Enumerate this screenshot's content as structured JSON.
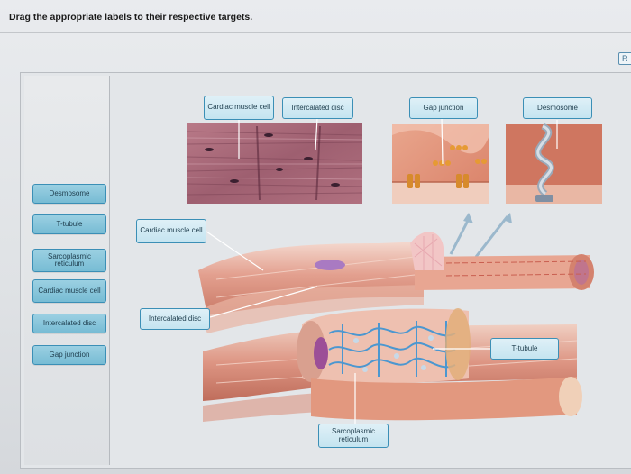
{
  "instruction": "Drag the appropriate labels to their respective targets.",
  "corner_button": "R",
  "label_bank": [
    {
      "text": "Desmosome"
    },
    {
      "text": "T-tubule"
    },
    {
      "text": "Sarcoplasmic reticulum"
    },
    {
      "text": "Cardiac muscle cell"
    },
    {
      "text": "Intercalated disc"
    },
    {
      "text": "Gap junction"
    }
  ],
  "placed_labels": {
    "cardiac_top": "Cardiac muscle cell",
    "intercalated_top": "Intercalated disc",
    "gap_junction": "Gap junction",
    "desmosome": "Desmosome",
    "cardiac_mid": "Cardiac muscle cell",
    "intercalated_mid": "Intercalated disc",
    "t_tubule": "T-tubule",
    "sarcoplasmic": "Sarcoplasmic reticulum"
  },
  "colors": {
    "bank_fill": "#77bcd4",
    "label_border": "#3b8fb6",
    "muscle_pink": "#e7b0a2",
    "micrograph": "#a86d7e"
  }
}
